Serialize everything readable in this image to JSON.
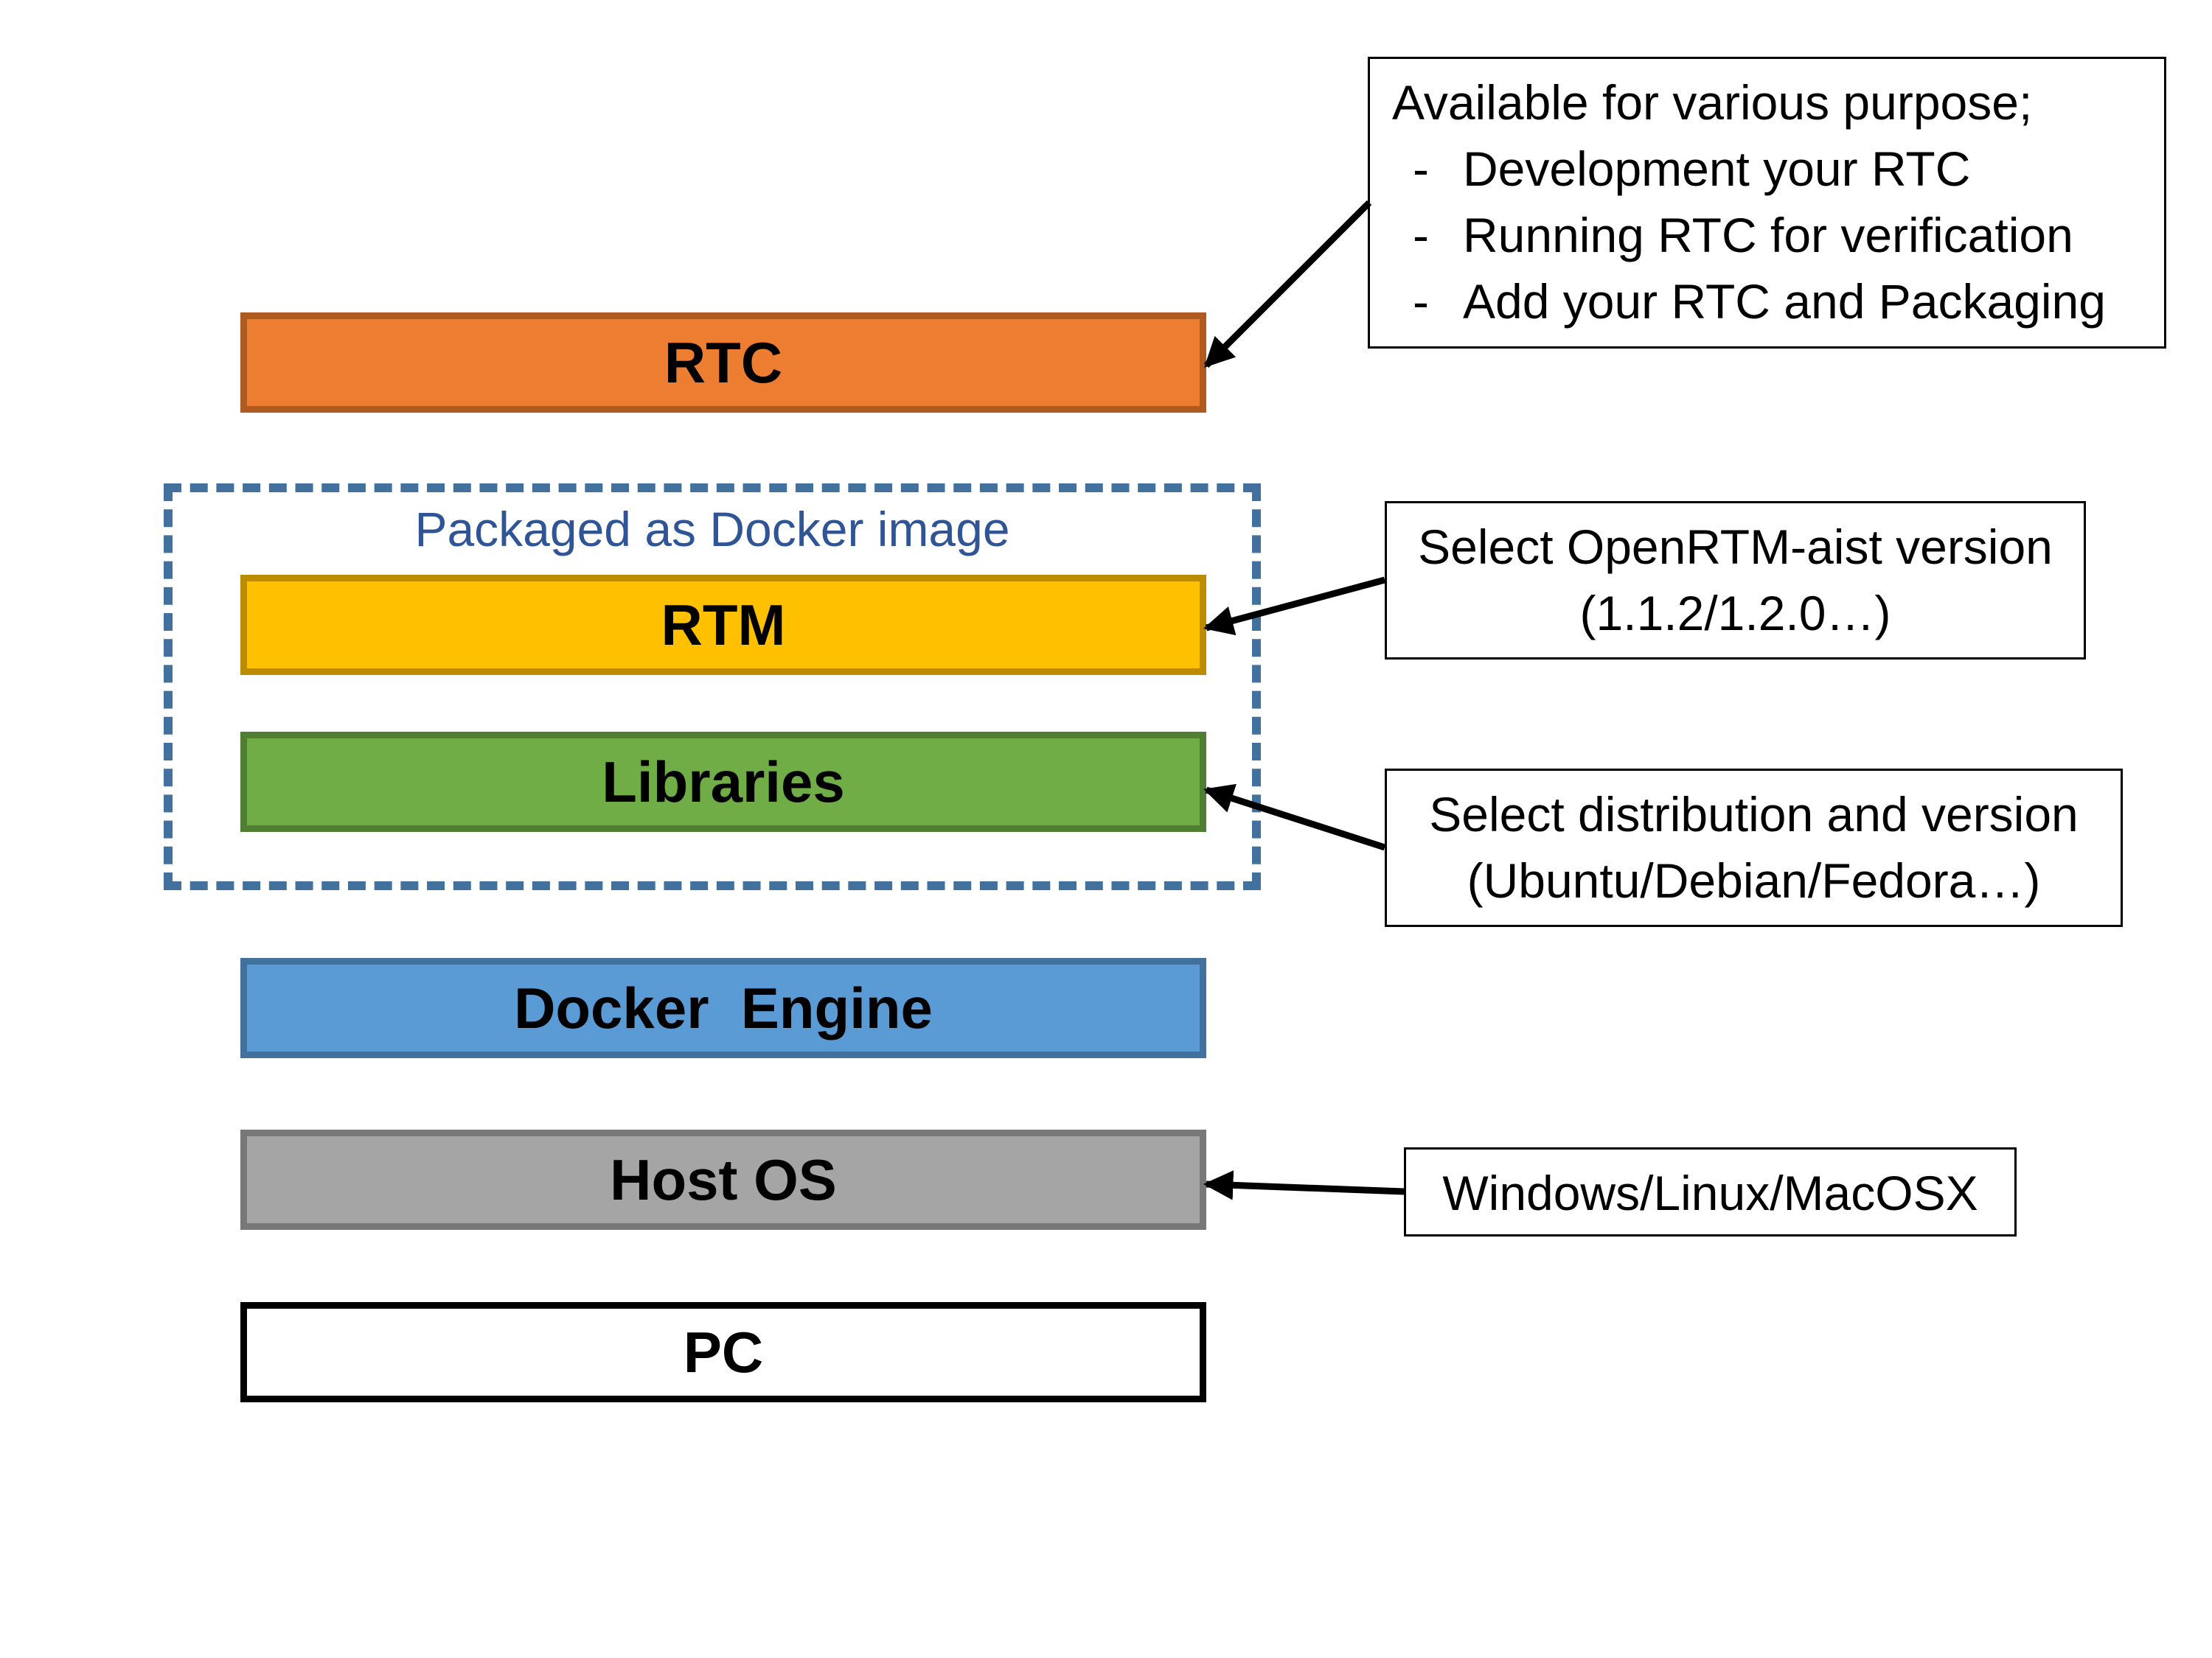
{
  "layers": {
    "rtc": "RTC",
    "rtm": "RTM",
    "libraries": "Libraries",
    "docker_engine": "Docker  Engine",
    "host_os": "Host OS",
    "pc": "PC"
  },
  "package_label": "Packaged as Docker image",
  "notes": {
    "purpose": {
      "title": "Available for various purpose;",
      "items": [
        "Development your RTC",
        "Running RTC for verification",
        "Add your RTC and Packaging"
      ]
    },
    "rtm_version": [
      "Select OpenRTM-aist version",
      "(1.1.2/1.2.0…)"
    ],
    "distribution": [
      "Select distribution and version",
      "(Ubuntu/Debian/Fedora…)"
    ],
    "host_os": "Windows/Linux/MacOSX"
  },
  "colors": {
    "rtc_fill": "#ED7D31",
    "rtc_border": "#AE5A21",
    "rtm_fill": "#FFC000",
    "rtm_border": "#BC8C00",
    "libraries_fill": "#70AD47",
    "libraries_border": "#507E32",
    "docker_fill": "#5B9BD5",
    "docker_border": "#41719C",
    "host_fill": "#A5A5A5",
    "host_border": "#787878",
    "pc_fill": "#FFFFFF",
    "pc_border": "#000000",
    "package_border": "#41719C",
    "package_text": "#2F5597"
  }
}
